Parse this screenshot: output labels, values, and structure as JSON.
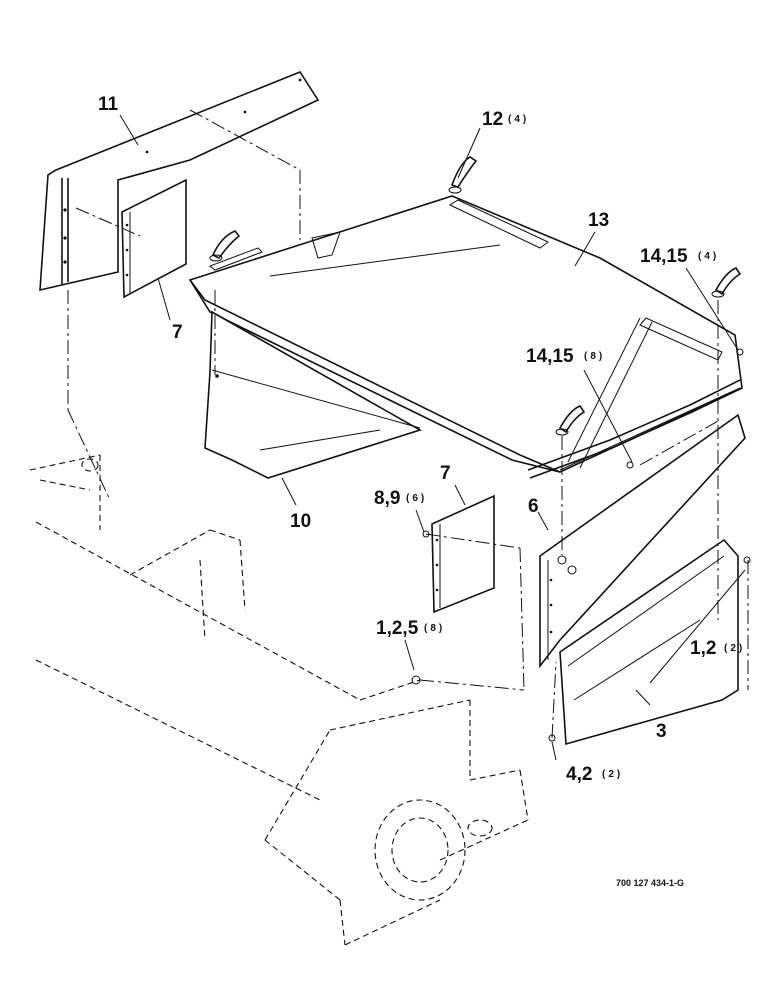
{
  "callouts": {
    "c11": {
      "num": "11",
      "qty": ""
    },
    "c12": {
      "num": "12",
      "qty": "(4)"
    },
    "c13": {
      "num": "13",
      "qty": ""
    },
    "c1415a": {
      "num": "14,15",
      "qty": "(4)"
    },
    "c1415b": {
      "num": "14,15",
      "qty": "(8)"
    },
    "c7a": {
      "num": "7",
      "qty": ""
    },
    "c7b": {
      "num": "7",
      "qty": ""
    },
    "c10": {
      "num": "10",
      "qty": ""
    },
    "c89": {
      "num": "8,9",
      "qty": "(6)"
    },
    "c6": {
      "num": "6",
      "qty": ""
    },
    "c125": {
      "num": "1,2,5",
      "qty": "(8)"
    },
    "c12b": {
      "num": "1,2",
      "qty": "(2)"
    },
    "c3": {
      "num": "3",
      "qty": ""
    },
    "c42": {
      "num": "4,2",
      "qty": "(2)"
    }
  },
  "drawing_ref": "700 127 434-1-G"
}
